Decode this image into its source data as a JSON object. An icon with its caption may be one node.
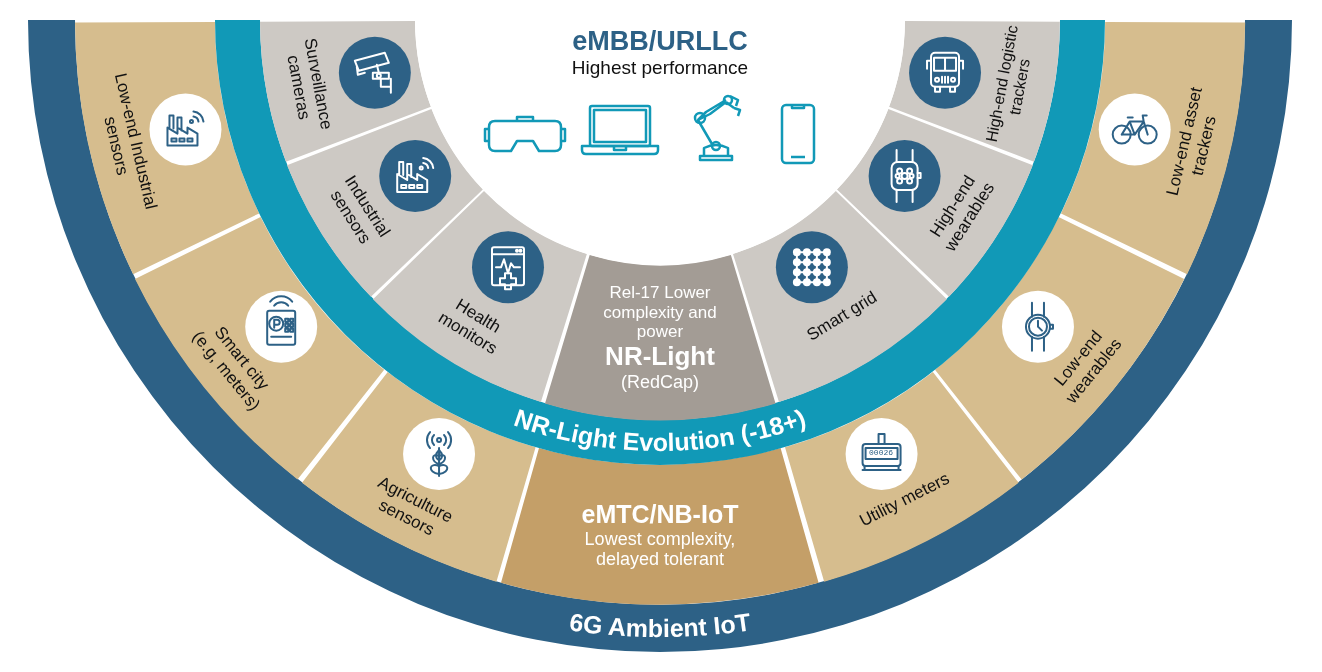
{
  "diagram": {
    "nodes": [
      {
        "text": [
          "6G Ambient IoT"
        ]
      },
      {
        "text": [
          "Low-end Industrial sensors"
        ],
        "in": 0
      },
      {
        "text": [
          "Smart city (e.g, meters)"
        ],
        "in": 0
      },
      {
        "text": [
          "Agriculture sensors"
        ],
        "in": 0
      },
      {
        "text": [
          "eMTC/NB-IoT",
          "Lowest complexity, delayed tolerant"
        ],
        "in": 0
      },
      {
        "text": [
          "Utility meters"
        ],
        "in": 0
      },
      {
        "text": [
          "Low-end wearables"
        ],
        "in": 0
      },
      {
        "text": [
          "Low-end asset trackers"
        ],
        "in": 0
      },
      {
        "text": [
          "NR-Light Evolution (-18+)"
        ],
        "in": 0
      },
      {
        "text": [
          "Surveillance cameras"
        ],
        "in": 8
      },
      {
        "text": [
          "Industrial sensors"
        ],
        "in": 8
      },
      {
        "text": [
          "Health monitors"
        ],
        "in": 8
      },
      {
        "text": [
          "Rel-17 Lower complexity and power",
          "NR-Light",
          "(RedCap)"
        ],
        "in": 8
      },
      {
        "text": [
          "Smart grid"
        ],
        "in": 8
      },
      {
        "text": [
          "High-end wearables"
        ],
        "in": 8
      },
      {
        "text": [
          "High-end logistic trackers"
        ],
        "in": 8
      },
      {
        "text": [
          "eMBB/URLLC",
          "Highest performance"
        ],
        "in": 8
      }
    ],
    "labels": [
      "00026"
    ]
  }
}
